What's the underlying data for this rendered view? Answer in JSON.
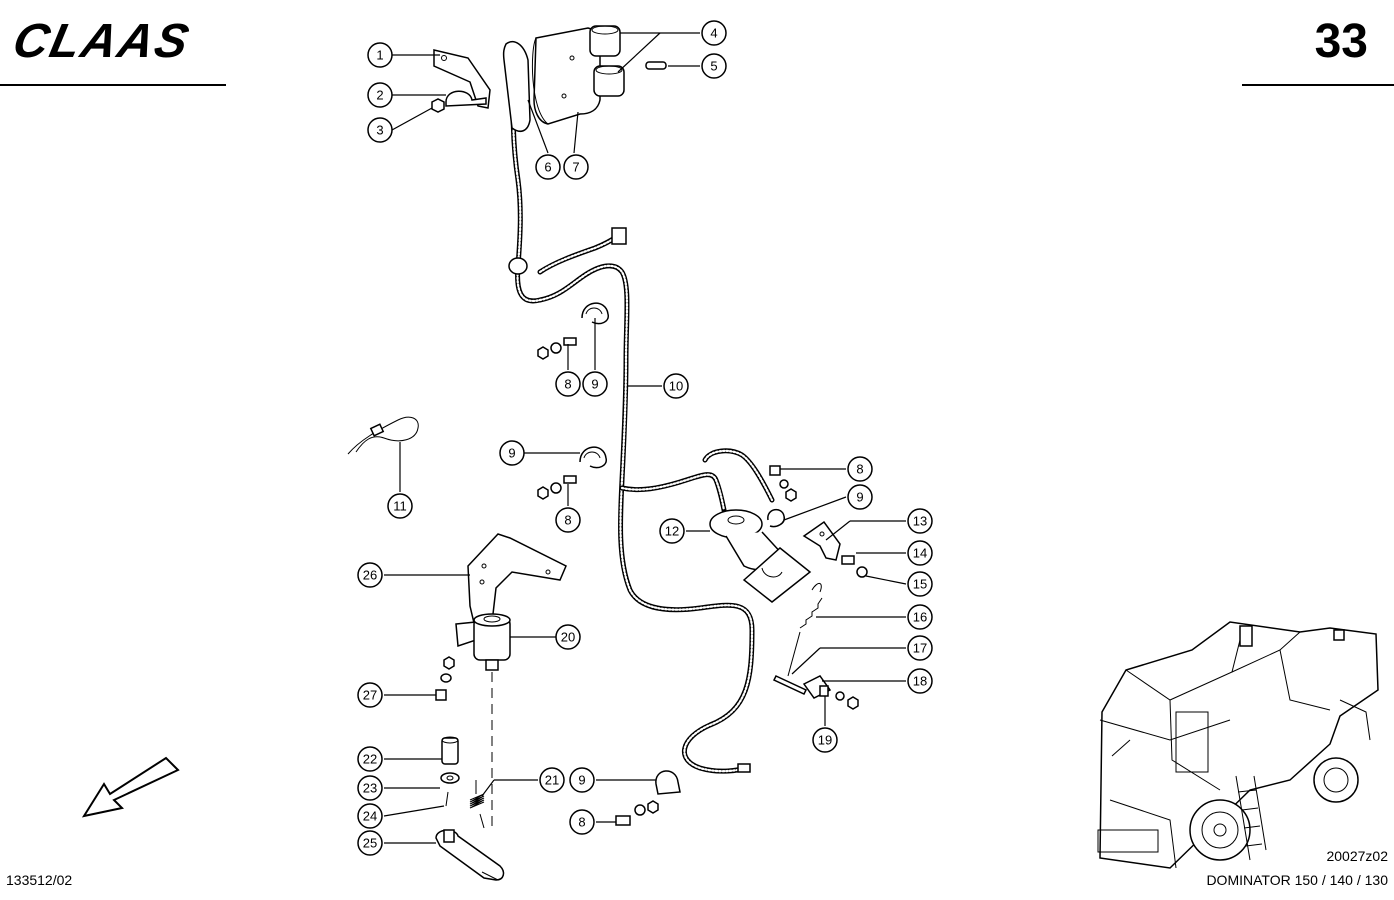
{
  "header": {
    "brand": "CLAAS",
    "page_number": "33"
  },
  "footer": {
    "doc_code": "133512/02",
    "figure_code": "20027z02",
    "model": "DOMINATOR 150 / 140 / 130"
  },
  "callouts": {
    "c1": "1",
    "c2": "2",
    "c3": "3",
    "c4": "4",
    "c5": "5",
    "c6": "6",
    "c7": "7",
    "c8a": "8",
    "c9a": "9",
    "c10": "10",
    "c11": "11",
    "c9b": "9",
    "c8b": "8",
    "c8c": "8",
    "c9c": "9",
    "c12": "12",
    "c13": "13",
    "c14": "14",
    "c15": "15",
    "c16": "16",
    "c17": "17",
    "c18": "18",
    "c19": "19",
    "c26": "26",
    "c20": "20",
    "c27": "27",
    "c22": "22",
    "c23": "23",
    "c24": "24",
    "c25": "25",
    "c21": "21",
    "c9d": "9",
    "c8d": "8"
  },
  "icons": {
    "direction_arrow": "arrow-down-left-icon",
    "machine_thumbnail": "combine-harvester-icon"
  }
}
